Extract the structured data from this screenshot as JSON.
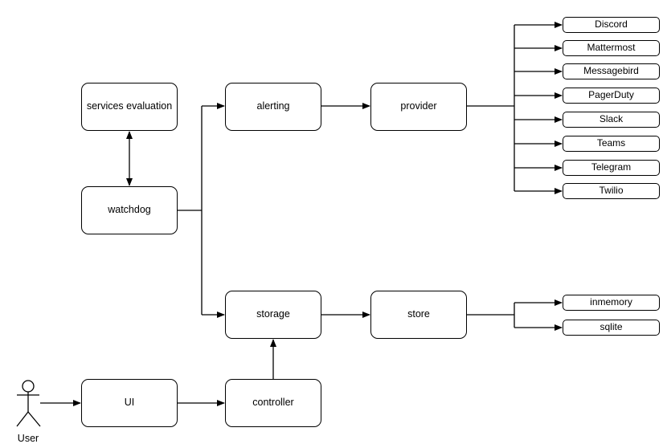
{
  "diagram": {
    "type": "architecture-flowchart",
    "colors": {
      "background": "#ffffff",
      "node_fill": "#ffffff",
      "stroke": "#000000",
      "text": "#000000"
    },
    "actor": {
      "label": "User"
    },
    "nodes": {
      "services_evaluation": {
        "label": "services evaluation"
      },
      "watchdog": {
        "label": "watchdog"
      },
      "alerting": {
        "label": "alerting"
      },
      "provider": {
        "label": "provider"
      },
      "storage": {
        "label": "storage"
      },
      "store": {
        "label": "store"
      },
      "ui": {
        "label": "UI"
      },
      "controller": {
        "label": "controller"
      }
    },
    "providers": [
      "Discord",
      "Mattermost",
      "Messagebird",
      "PagerDuty",
      "Slack",
      "Teams",
      "Telegram",
      "Twilio"
    ],
    "stores": [
      "inmemory",
      "sqlite"
    ],
    "edges": [
      {
        "from": "User",
        "to": "UI",
        "arrow": "single"
      },
      {
        "from": "UI",
        "to": "controller",
        "arrow": "single"
      },
      {
        "from": "controller",
        "to": "storage",
        "arrow": "single"
      },
      {
        "from": "watchdog",
        "to": "services evaluation",
        "arrow": "double"
      },
      {
        "from": "watchdog",
        "to": "alerting",
        "arrow": "single"
      },
      {
        "from": "watchdog",
        "to": "storage",
        "arrow": "single"
      },
      {
        "from": "alerting",
        "to": "provider",
        "arrow": "single"
      },
      {
        "from": "provider",
        "to": "Discord",
        "arrow": "single"
      },
      {
        "from": "provider",
        "to": "Mattermost",
        "arrow": "single"
      },
      {
        "from": "provider",
        "to": "Messagebird",
        "arrow": "single"
      },
      {
        "from": "provider",
        "to": "PagerDuty",
        "arrow": "single"
      },
      {
        "from": "provider",
        "to": "Slack",
        "arrow": "single"
      },
      {
        "from": "provider",
        "to": "Teams",
        "arrow": "single"
      },
      {
        "from": "provider",
        "to": "Telegram",
        "arrow": "single"
      },
      {
        "from": "provider",
        "to": "Twilio",
        "arrow": "single"
      },
      {
        "from": "storage",
        "to": "store",
        "arrow": "single"
      },
      {
        "from": "store",
        "to": "inmemory",
        "arrow": "single"
      },
      {
        "from": "store",
        "to": "sqlite",
        "arrow": "single"
      }
    ]
  }
}
